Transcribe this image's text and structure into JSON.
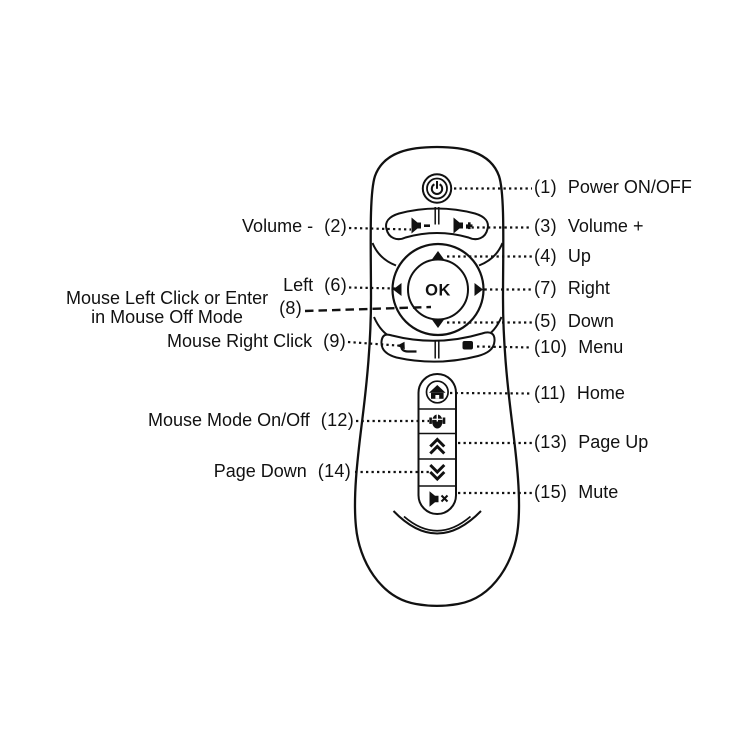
{
  "remote": {
    "ok_label": "OK"
  },
  "labels": {
    "left": [
      {
        "id": "volume-minus",
        "text": "Volume -",
        "num": "(2)"
      },
      {
        "id": "left",
        "text": "Left",
        "num": "(6)"
      },
      {
        "id": "mouse-left-click",
        "line1": "Mouse Left Click or Enter",
        "line2": "in Mouse Off Mode",
        "num": "(8)"
      },
      {
        "id": "mouse-right-click",
        "text": "Mouse Right Click",
        "num": "(9)"
      },
      {
        "id": "mouse-mode",
        "text": "Mouse Mode On/Off",
        "num": "(12)"
      },
      {
        "id": "page-down",
        "text": "Page Down",
        "num": "(14)"
      }
    ],
    "right": [
      {
        "id": "power",
        "num": "(1)",
        "text": "Power ON/OFF"
      },
      {
        "id": "volume-plus",
        "num": "(3)",
        "text": "Volume +"
      },
      {
        "id": "up",
        "num": "(4)",
        "text": "Up"
      },
      {
        "id": "right",
        "num": "(7)",
        "text": "Right"
      },
      {
        "id": "down",
        "num": "(5)",
        "text": "Down"
      },
      {
        "id": "menu",
        "num": "(10)",
        "text": "Menu"
      },
      {
        "id": "home",
        "num": "(11)",
        "text": "Home"
      },
      {
        "id": "page-up",
        "num": "(13)",
        "text": "Page Up"
      },
      {
        "id": "mute",
        "num": "(15)",
        "text": "Mute"
      }
    ]
  }
}
